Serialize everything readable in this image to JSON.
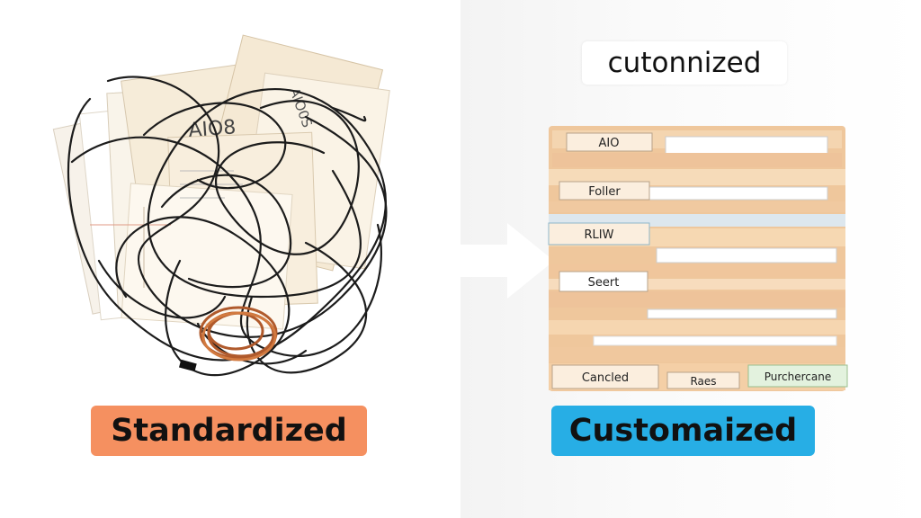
{
  "top_label": "cutonnized",
  "labels": {
    "standardized": "Standardized",
    "customized": "Customaized"
  },
  "left_papers": {
    "paper_text_1": "AIO0S",
    "paper_text_2": "AIO8"
  },
  "folder_tabs": [
    {
      "text": "AIO"
    },
    {
      "text": "Foller"
    },
    {
      "text": "RLIW"
    },
    {
      "text": "Seert"
    },
    {
      "text": "Cancled"
    },
    {
      "text": "Raes"
    },
    {
      "text": "Purchercane"
    }
  ],
  "colors": {
    "standardized_pill": "#f59060",
    "customized_pill": "#27aee5",
    "folder_manila": "#f1cfa6",
    "cable": "#1c1c1c",
    "copper_coil": "#b05a2c"
  },
  "icons": {
    "arrow": "right-arrow-icon",
    "cables": "tangled-cables-icon",
    "folders": "folder-stack-icon"
  }
}
